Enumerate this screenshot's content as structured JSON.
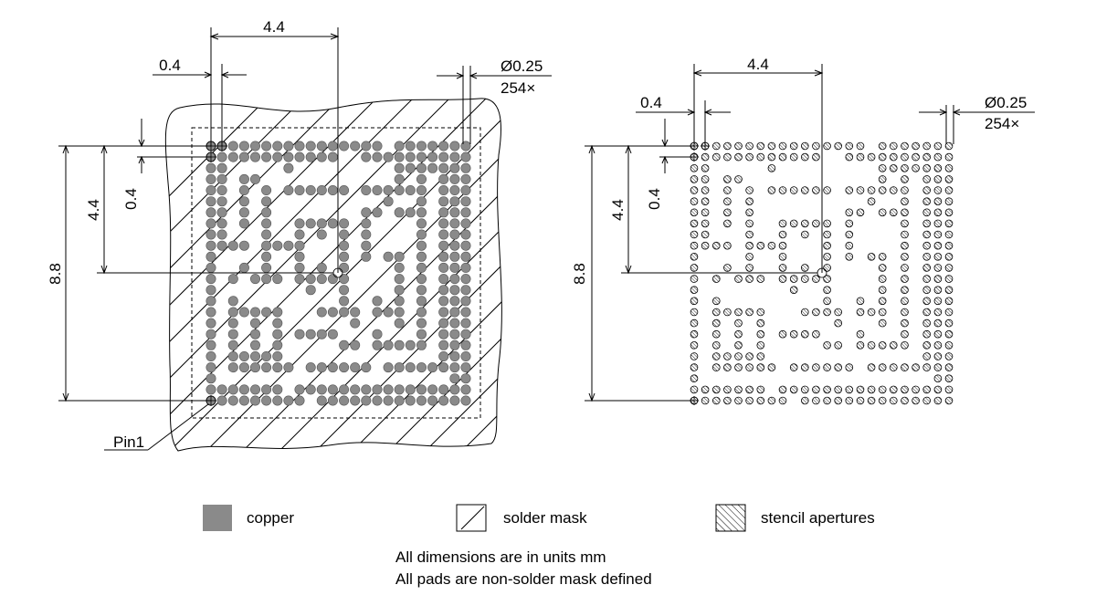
{
  "colors": {
    "copper": "#8a8a8a",
    "line": "#000000",
    "background": "#ffffff"
  },
  "left_view": {
    "dim_pitch_top": "4.4",
    "dim_pad_spacing": "0.4",
    "dim_pad_diameter": "Ø0.25",
    "dim_pad_count": "254×",
    "dim_vertical_outer": "8.8",
    "dim_vertical_inner": "4.4",
    "dim_vertical_spacing": "0.4",
    "pin1_label": "Pin1"
  },
  "right_view": {
    "dim_pitch_top": "4.4",
    "dim_pad_spacing": "0.4",
    "dim_pad_diameter": "Ø0.25",
    "dim_pad_count": "254×",
    "dim_vertical_outer": "8.8",
    "dim_vertical_inner": "4.4",
    "dim_vertical_spacing": "0.4"
  },
  "legend": [
    {
      "label": "copper",
      "swatch": "copper"
    },
    {
      "label": "solder mask",
      "swatch": "solder-mask"
    },
    {
      "label": "stencil apertures",
      "swatch": "stencil-apertures"
    }
  ],
  "notes": [
    "All dimensions are in units mm",
    "All pads are non-solder mask defined"
  ]
}
